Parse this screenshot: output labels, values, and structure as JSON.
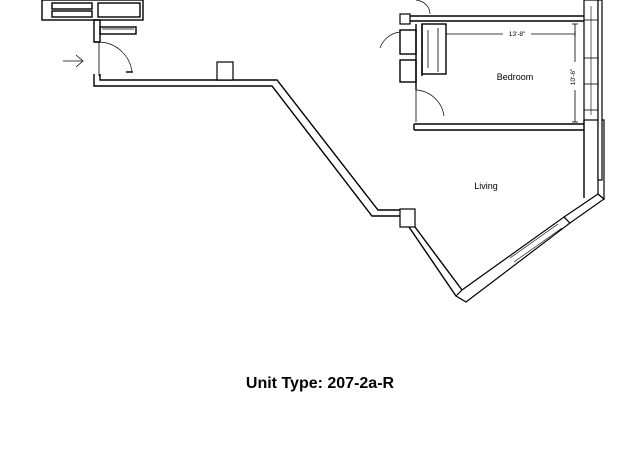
{
  "rooms": {
    "bedroom": {
      "label": "Bedroom",
      "width_dim": "13'-8\"",
      "length_dim": "10'-6\""
    },
    "living": {
      "label": "Living"
    }
  },
  "unit": {
    "title": "Unit Type: 207-2a-R"
  },
  "icons": {
    "entry": "entry-arrow-icon"
  }
}
